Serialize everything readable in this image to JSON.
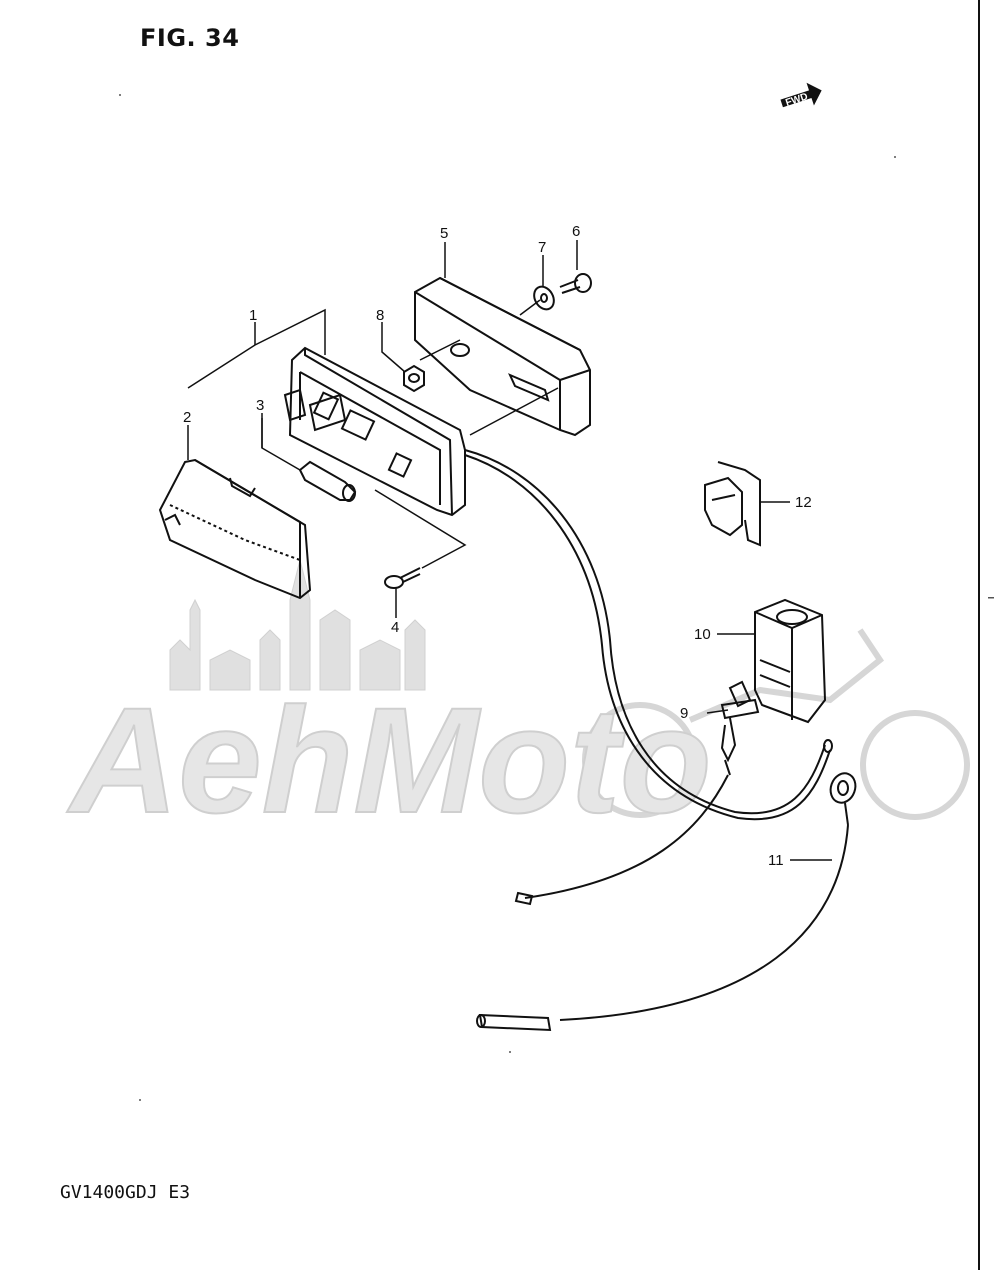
{
  "figure": {
    "title": "FIG. 34",
    "model_code": "GV1400GDJ  E3",
    "fwd_label": "FWD"
  },
  "watermark": {
    "text": "AehMoto"
  },
  "callouts": [
    {
      "id": "1",
      "label": "1"
    },
    {
      "id": "2",
      "label": "2"
    },
    {
      "id": "3",
      "label": "3"
    },
    {
      "id": "4",
      "label": "4"
    },
    {
      "id": "5",
      "label": "5"
    },
    {
      "id": "6",
      "label": "6"
    },
    {
      "id": "7",
      "label": "7"
    },
    {
      "id": "8",
      "label": "8"
    },
    {
      "id": "9",
      "label": "9"
    },
    {
      "id": "10",
      "label": "10"
    },
    {
      "id": "11",
      "label": "11"
    },
    {
      "id": "12",
      "label": "12"
    }
  ],
  "colors": {
    "line": "#111111",
    "watermark": "#d9d9d9"
  }
}
